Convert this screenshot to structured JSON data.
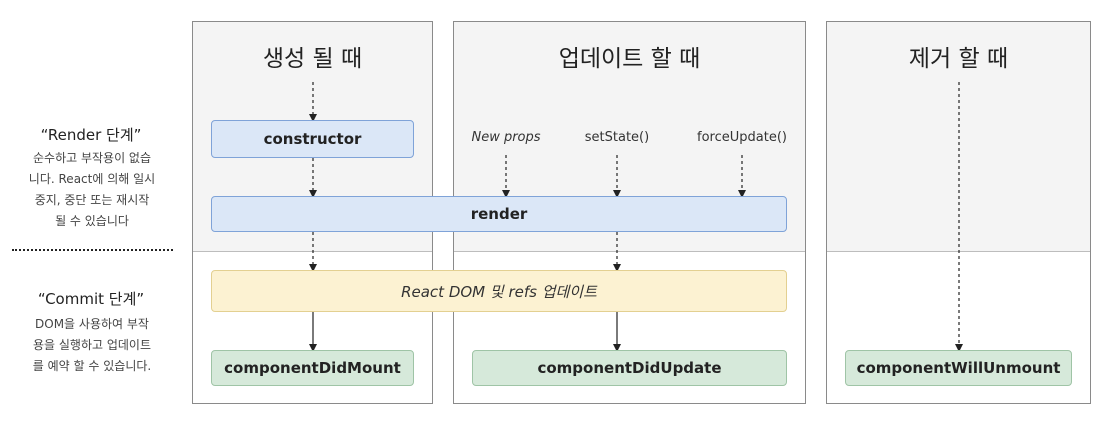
{
  "phases": {
    "render": {
      "title": "“Render 단계”",
      "description": "순수하고 부작용이 없습\n니다. React에 의해 일시\n중지, 중단 또는 재시작\n될 수 있습니다"
    },
    "commit": {
      "title": "“Commit 단계”",
      "description": "DOM을 사용하여 부작\n용을 실행하고 업데이트\n를 예약 할 수 있습니다."
    }
  },
  "columns": {
    "mounting": {
      "title": "생성 될 때"
    },
    "updating": {
      "title": "업데이트 할 때"
    },
    "unmounting": {
      "title": "제거 할 때"
    }
  },
  "nodes": {
    "constructor": "constructor",
    "render": "render",
    "react_dom_update": "React DOM 및 refs 업데이트",
    "component_did_mount": "componentDidMount",
    "component_did_update": "componentDidUpdate",
    "component_will_unmount": "componentWillUnmount"
  },
  "triggers": {
    "new_props": "New props",
    "set_state": "setState()",
    "force_update": "forceUpdate()"
  },
  "colors": {
    "render_phase_bg": "#f4f4f4",
    "blue_box": "#dbe7f7",
    "yellow_box": "#fcf2d2",
    "green_box": "#d6e9da"
  }
}
